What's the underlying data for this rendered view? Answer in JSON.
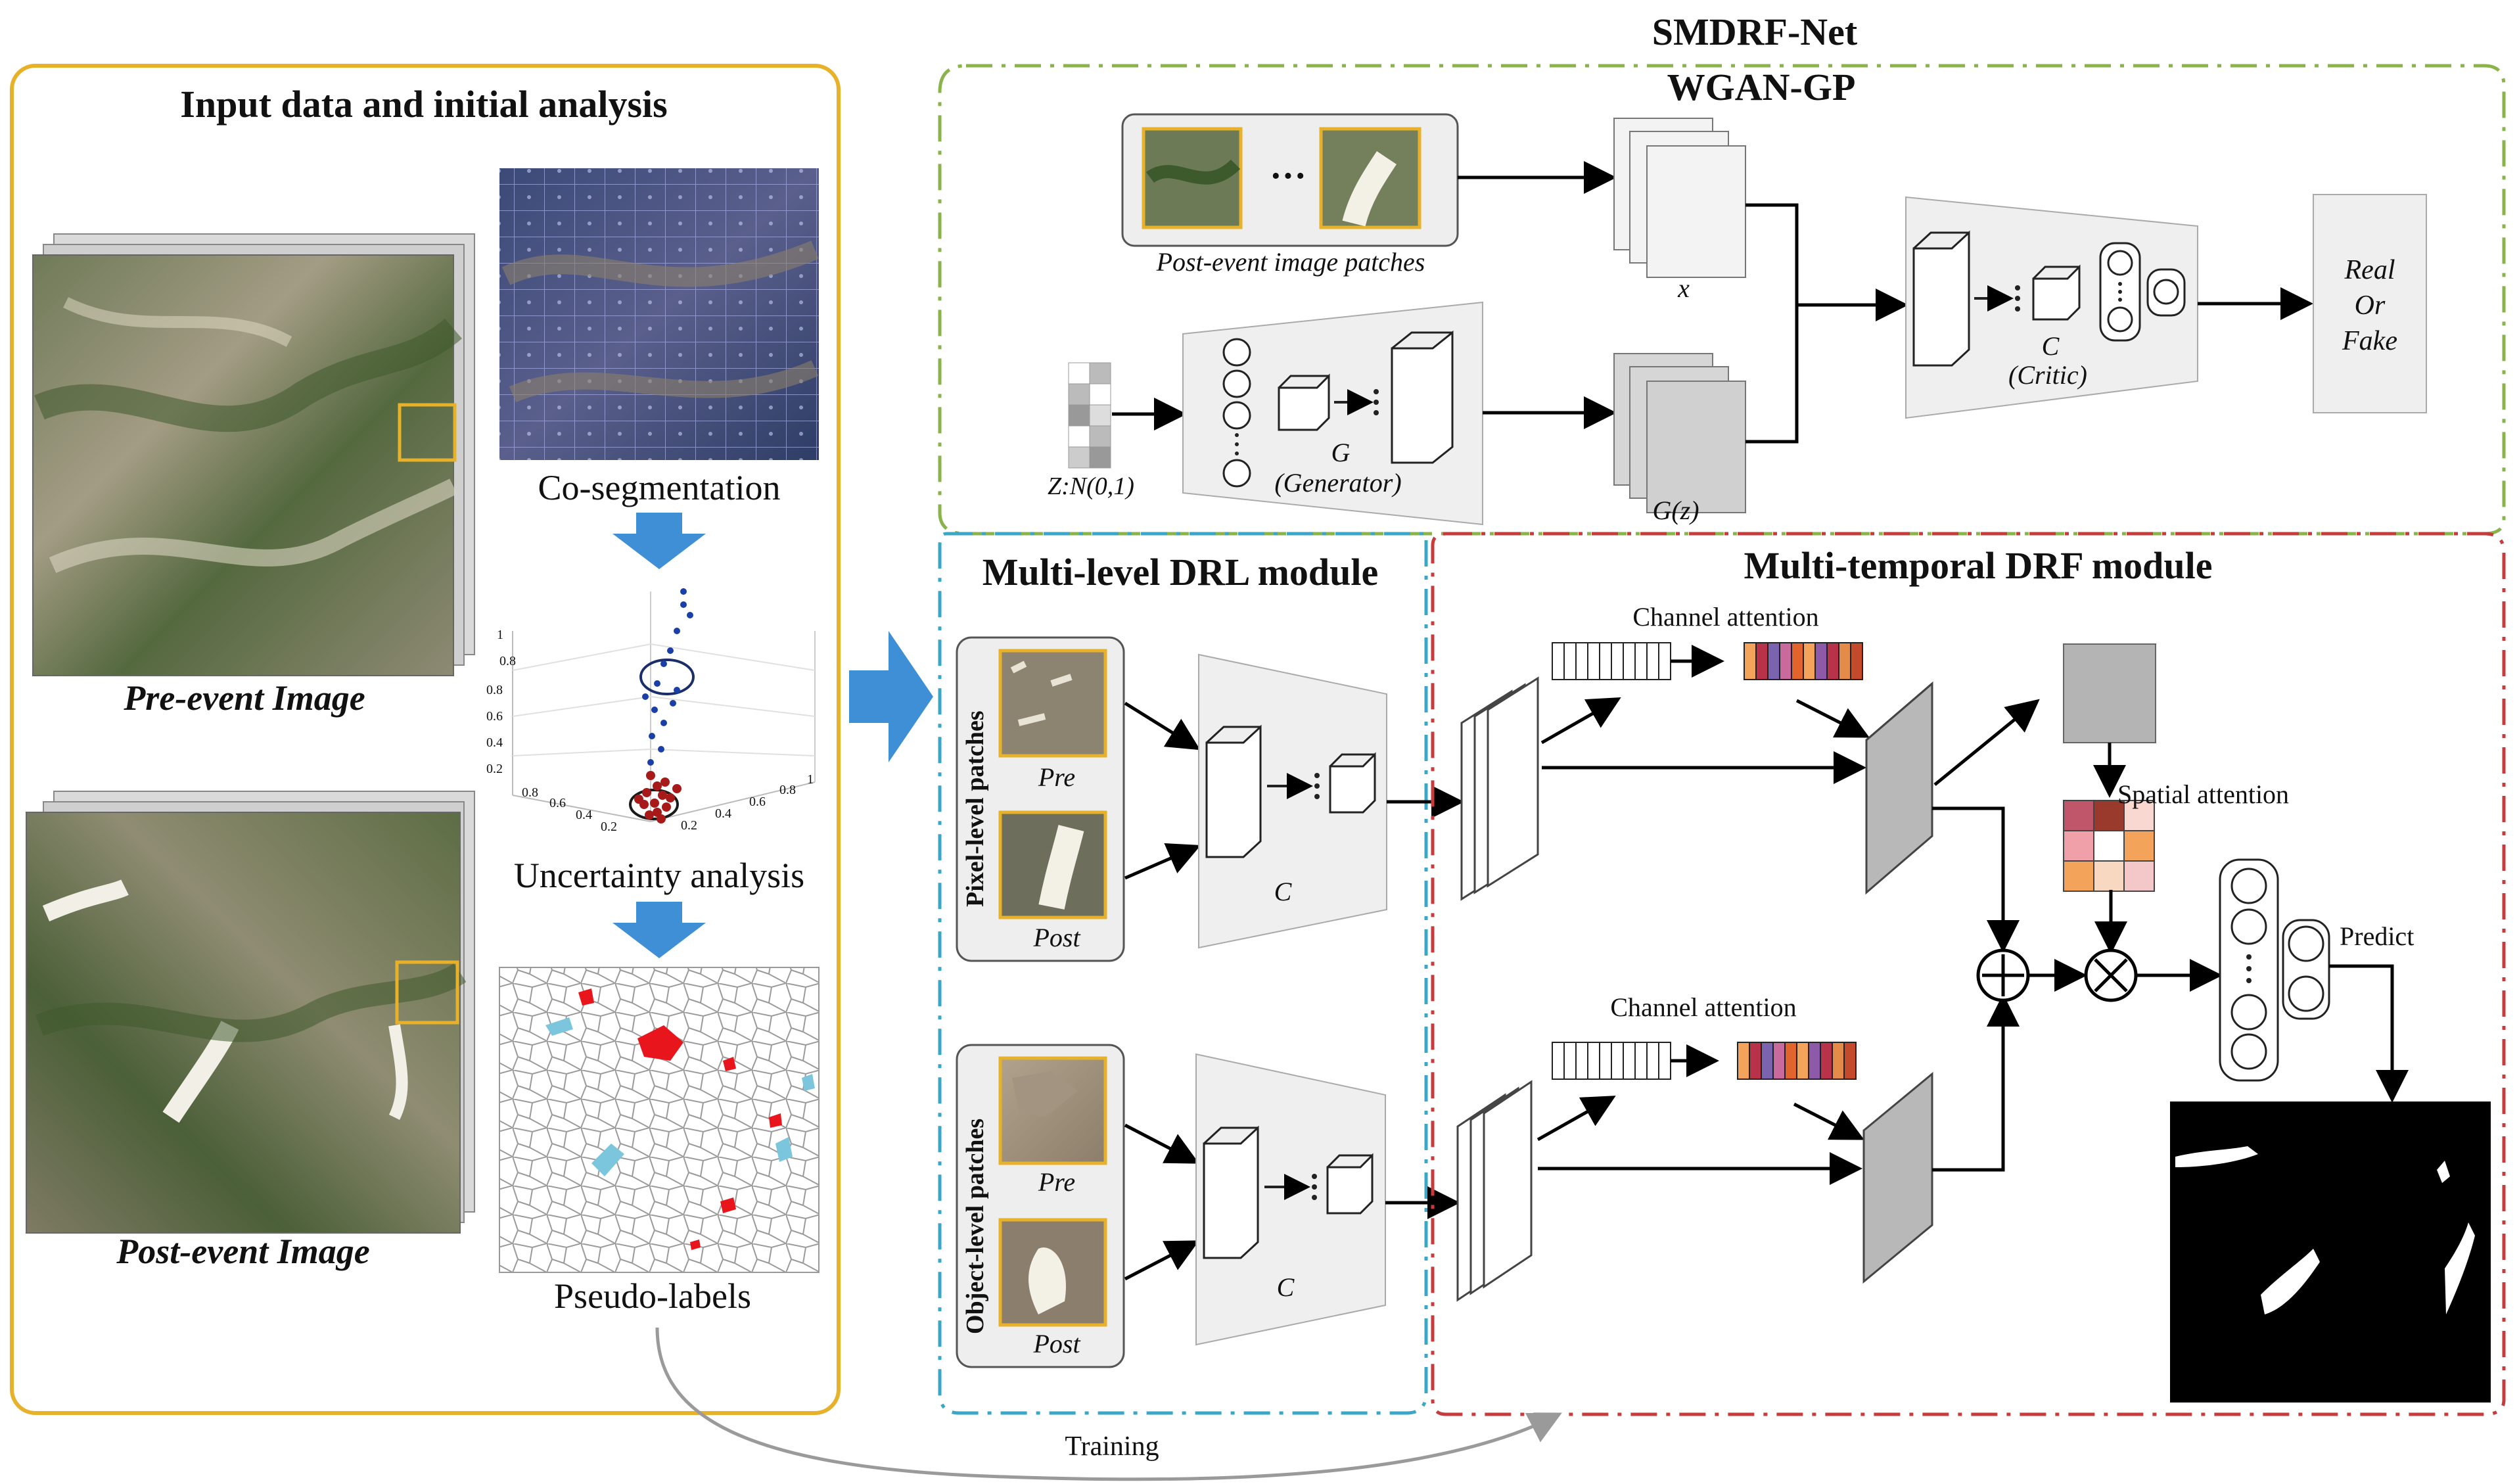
{
  "colors": {
    "input_panel": "#e8b12a",
    "wgan_panel": "#8ab44a",
    "drl_panel": "#3aa6c8",
    "drf_panel": "#c63c3c",
    "big_arrow": "#3f8fd6",
    "patch_frame": "#e8b12a",
    "pseudo_red": "#e8161c",
    "pseudo_cyan": "#7cc6dd"
  },
  "input_panel": {
    "title": "Input data and initial analysis",
    "pre_label": "Pre-event Image",
    "post_label": "Post-event Image",
    "coseg_label": "Co-segmentation",
    "uncertainty_label": "Uncertainty analysis",
    "pseudo_label": "Pseudo-labels",
    "plot_ticks_z": [
      "0.8",
      "0.8",
      "0.6",
      "0.4",
      "0.2"
    ],
    "plot_ticks_x": [
      "0.8",
      "0.6",
      "0.4",
      "0.2"
    ],
    "plot_ticks_y": [
      "0.2",
      "0.4",
      "0.6",
      "0.8",
      "1"
    ],
    "plot_tick_one": "1"
  },
  "smdrf": {
    "title": "SMDRF-Net",
    "wgan_title": "WGAN-GP",
    "patches_label": "Post-event image patches",
    "ellipsis": "···",
    "x_label": "x",
    "z_label": "Z:N(0,1)",
    "g_letter": "G",
    "generator_label": "(Generator)",
    "gz_label": "G(z)",
    "c_letter": "C",
    "critic_label": "(Critic)",
    "output_label": [
      "Real",
      "Or",
      "Fake"
    ]
  },
  "drl": {
    "title": "Multi-level DRL module",
    "pixel_label": "Pixel-level patches",
    "object_label": "Object-level patches",
    "pre": "Pre",
    "post": "Post",
    "c_letter": "C"
  },
  "drf": {
    "title": "Multi-temporal DRF module",
    "channel_attention": "Channel attention",
    "spatial_attention": "Spatial attention",
    "predict": "Predict"
  },
  "training_label": "Training"
}
